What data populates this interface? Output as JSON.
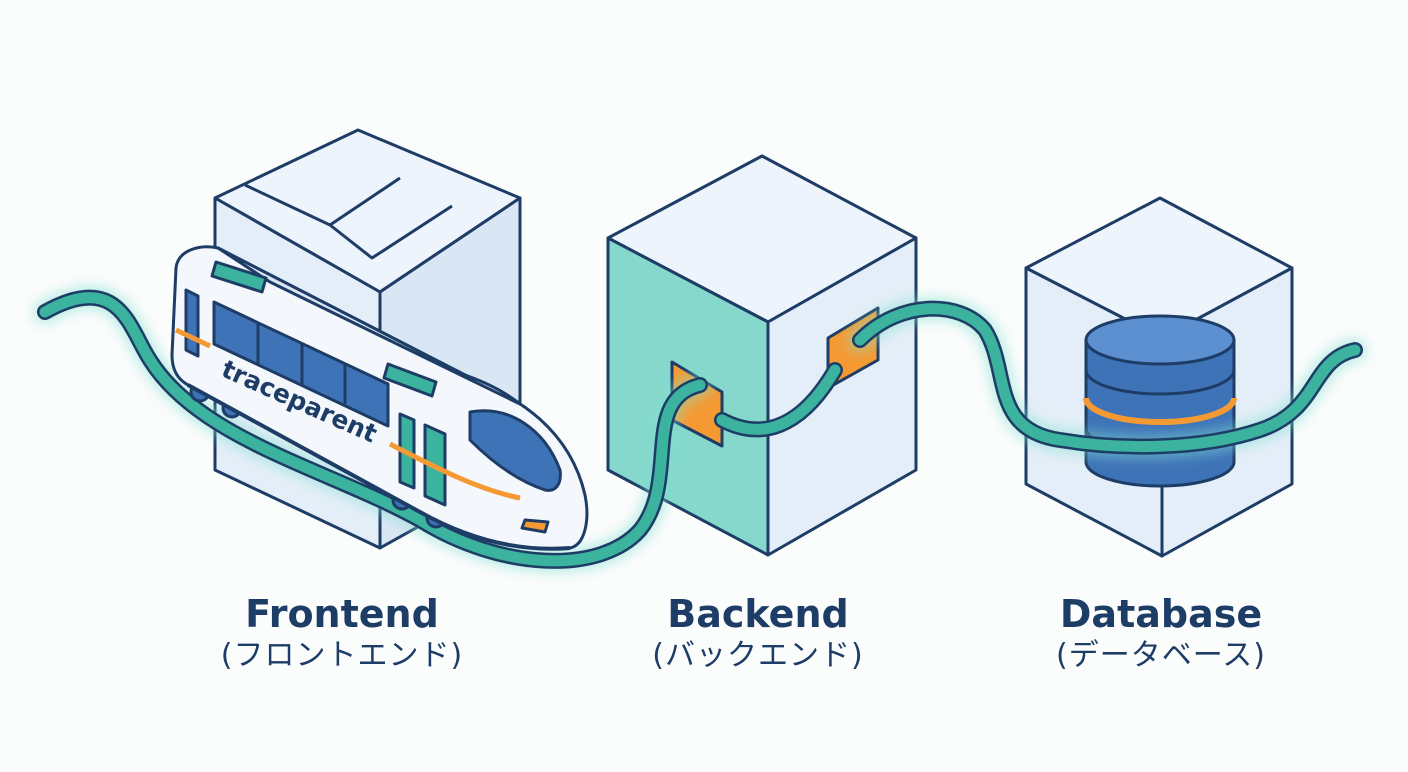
{
  "components": [
    {
      "id": "frontend",
      "name": "Frontend",
      "name_ja": "(フロントエンド)"
    },
    {
      "id": "backend",
      "name": "Backend",
      "name_ja": "(バックエンド)"
    },
    {
      "id": "database",
      "name": "Database",
      "name_ja": "(データベース)"
    }
  ],
  "train": {
    "label": "traceparent"
  },
  "colors": {
    "outline": "#1e3d66",
    "box_face": "#e6f0f9",
    "box_side": "#dbe8f5",
    "teal": "#3bb39f",
    "teal_face": "#86d8cc",
    "orange": "#f59a33",
    "blue": "#3f73b8",
    "label": "#1e3d66"
  }
}
